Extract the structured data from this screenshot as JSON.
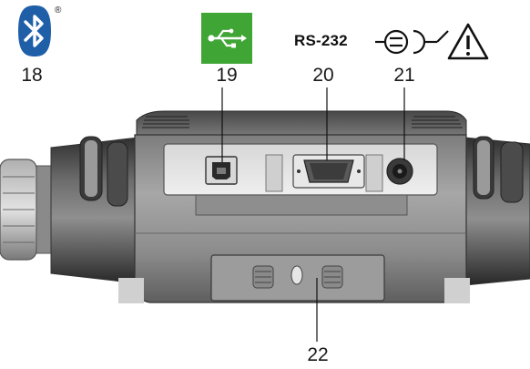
{
  "icons": {
    "bluetooth": "bluetooth-icon",
    "registered": "®",
    "usb": "usb-icon",
    "power": "dc-power-symbol",
    "warning": "warning-triangle-icon"
  },
  "rs232_label": "RS-232",
  "callouts": {
    "c18": "18",
    "c19": "19",
    "c20": "20",
    "c21": "21",
    "c22": "22"
  },
  "colors": {
    "bluetooth_blue": "#1f5fa8",
    "usb_green": "#3fa535",
    "device_body": "#8a8a8a",
    "device_dark": "#3a3a3a",
    "panel": "#e6e6e6"
  }
}
